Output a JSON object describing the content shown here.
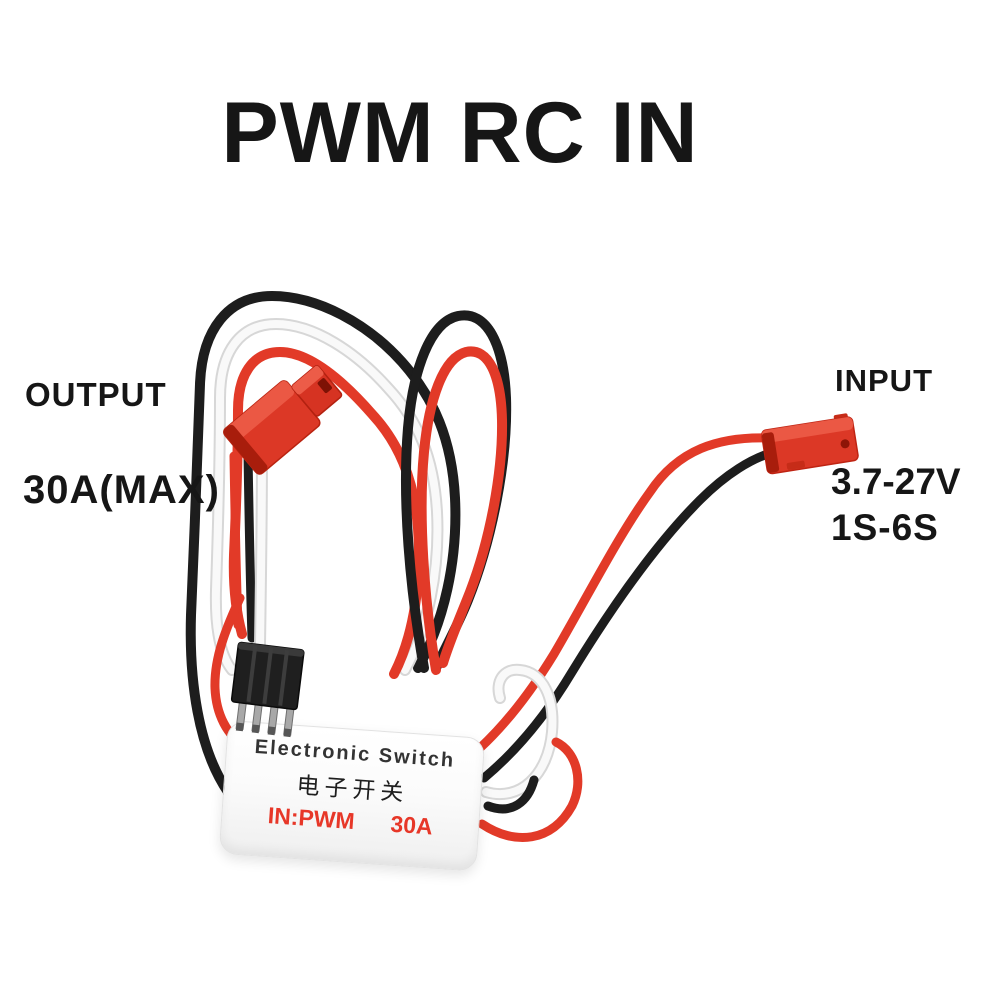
{
  "title": "PWM RC IN",
  "labels": {
    "output": {
      "heading": "OUTPUT",
      "rating": "30A(MAX)"
    },
    "input": {
      "heading": "INPUT",
      "voltage": "3.7-27V",
      "cells": "1S-6S"
    }
  },
  "device": {
    "name_en": "Electronic Switch",
    "name_cn": "电子开关",
    "spec_signal": "IN:PWM",
    "spec_current": "30A"
  },
  "icons": {
    "output_connector": "jst-male-red-connector",
    "input_connector": "jst-female-red-connector",
    "signal_connector": "servo-pin-header"
  },
  "colors": {
    "wire_red": "#e23a28",
    "wire_black": "#1d1d1d",
    "wire_white": "#f9f9f9",
    "connector_red": "#dc3826",
    "connector_red_dark": "#a81d0c",
    "connector_red_light": "#ec5c48",
    "device_text_red": "#e73728",
    "title_color": "#161616"
  }
}
